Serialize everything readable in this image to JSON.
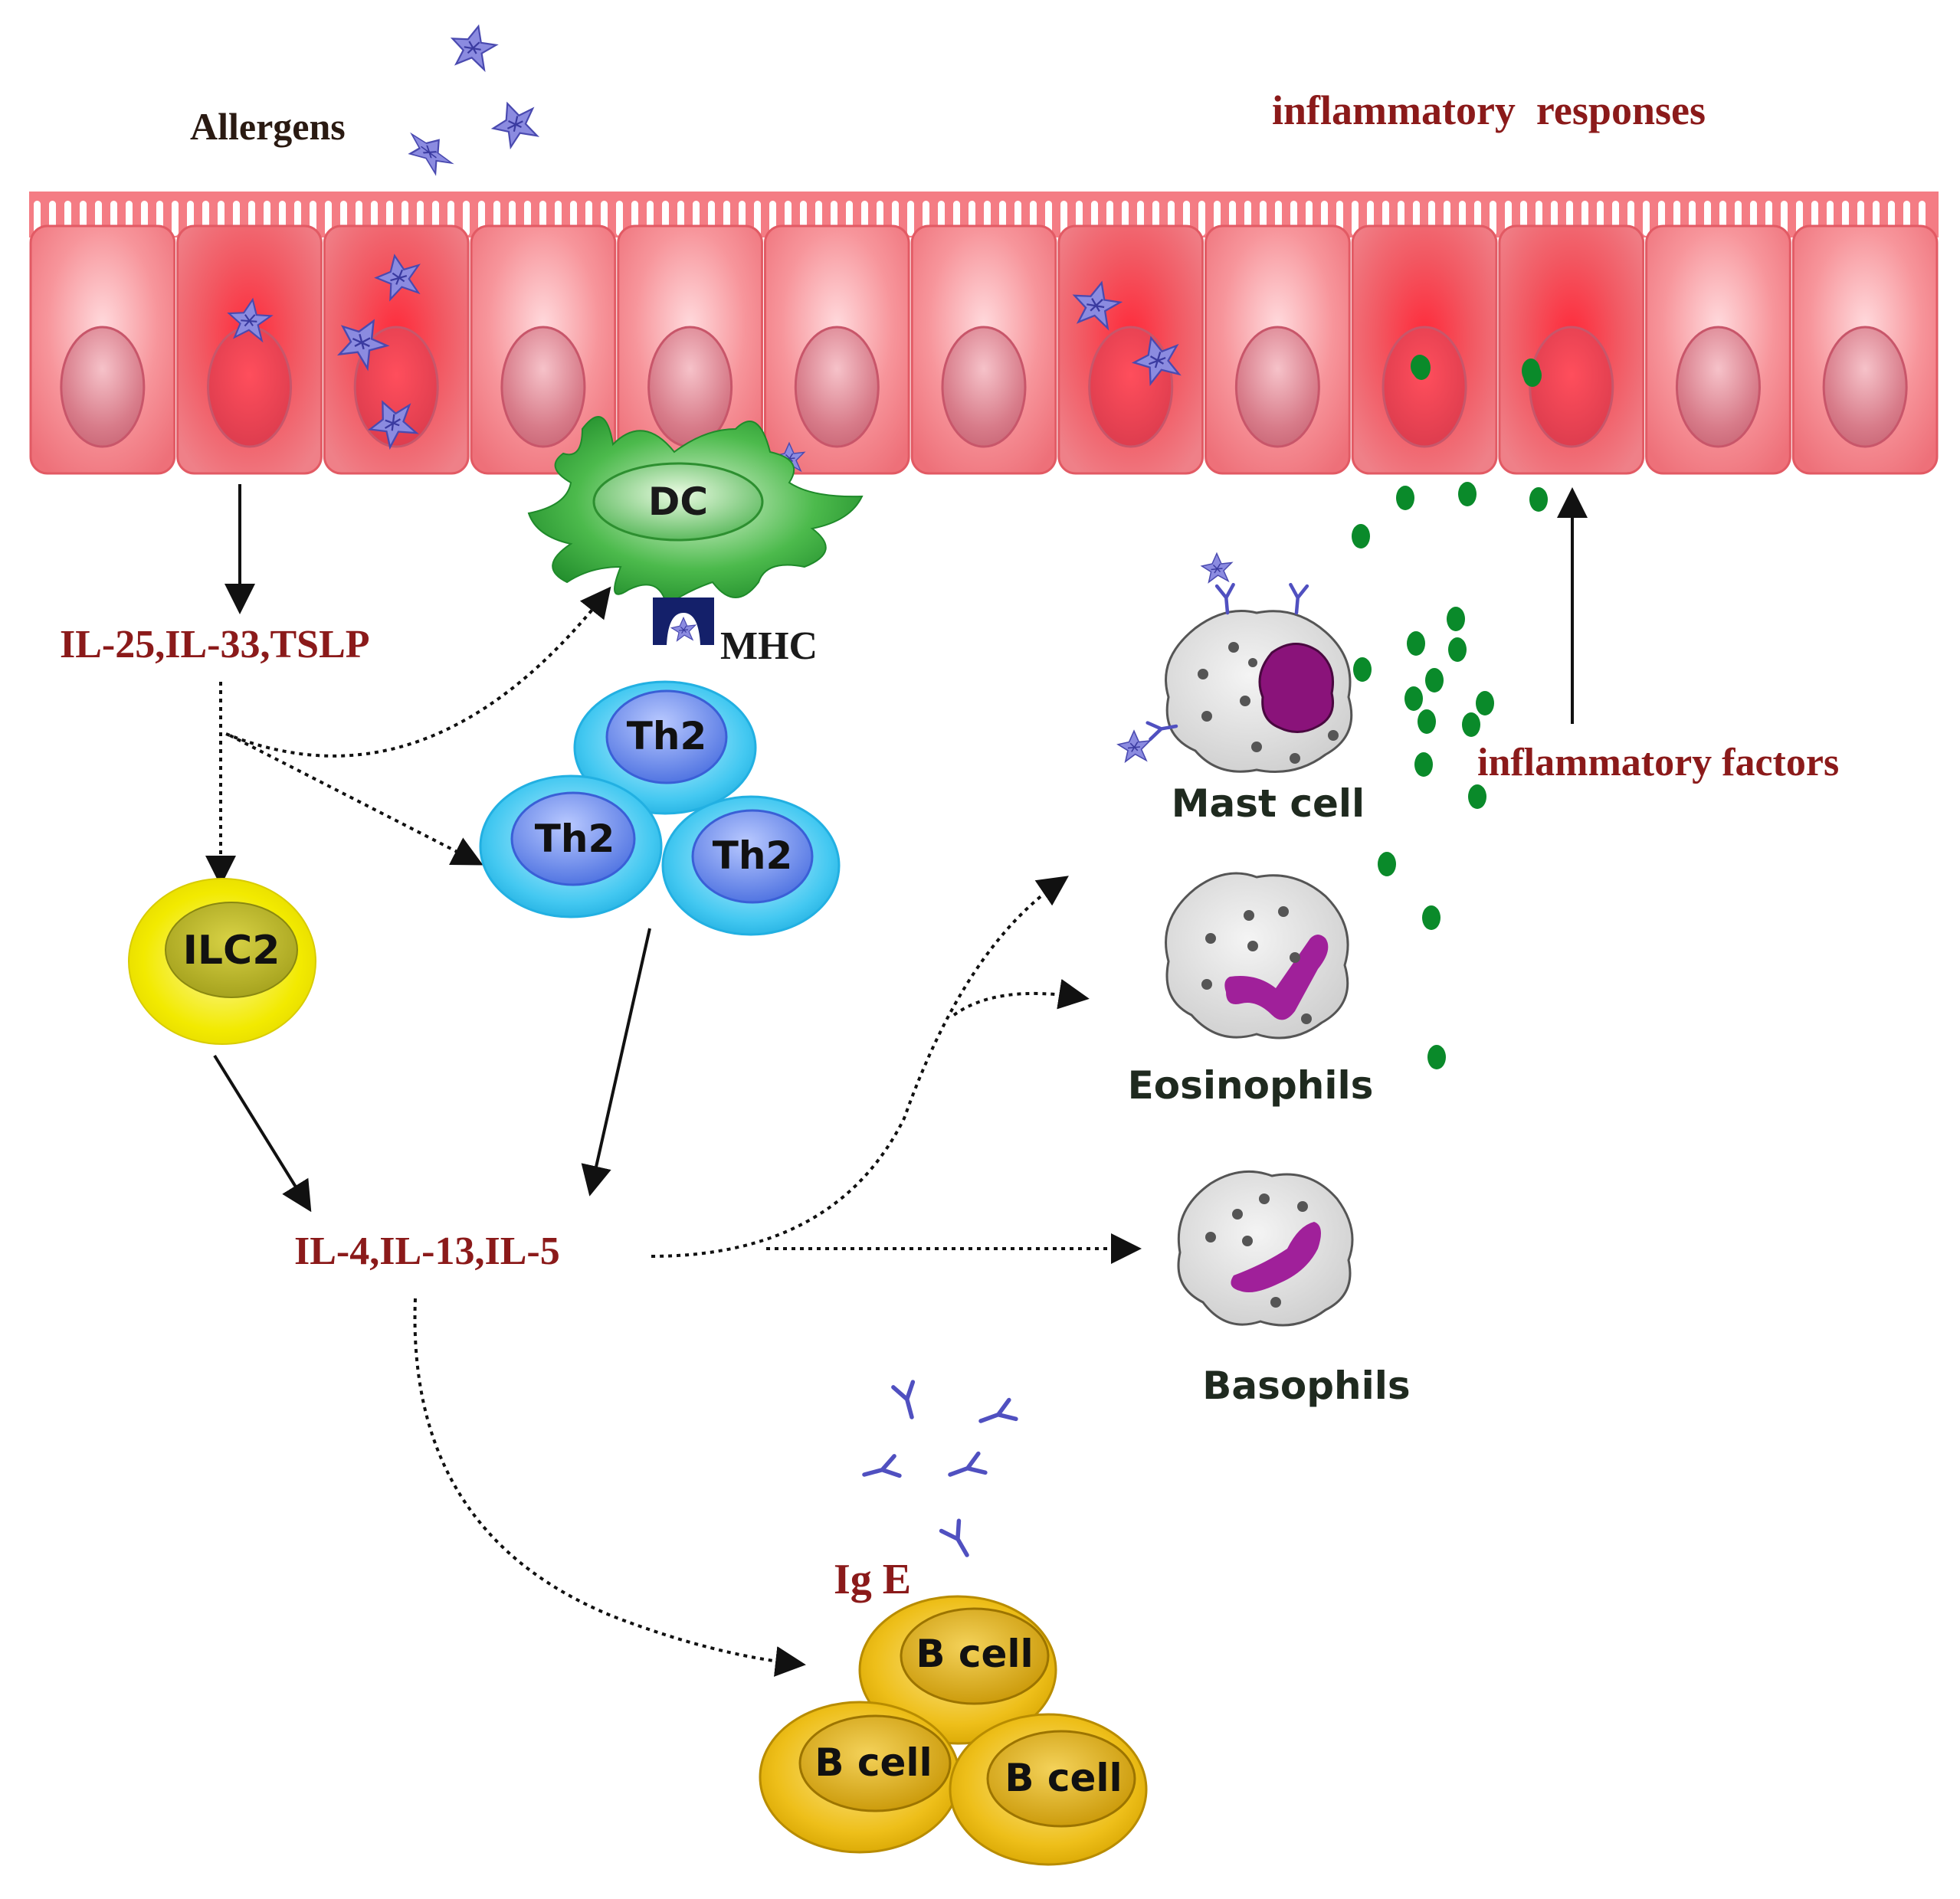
{
  "labels": {
    "allergens": "Allergens",
    "inflammatory_responses": "inflammatory  responses",
    "il25_group": "IL-25,IL-33,TSLP",
    "il4_group": "IL-4,IL-13,IL-5",
    "inflammatory_factors": "inflammatory factors",
    "mhc": "MHC",
    "ige": "Ig E"
  },
  "cells": {
    "dc": "DC",
    "th2": "Th2",
    "ilc2": "ILC2",
    "mast": "Mast cell",
    "eosinophils": "Eosinophils",
    "basophils": "Basophils",
    "bcell": "B cell"
  },
  "colors": {
    "label_red": "#8b1a1a",
    "label_dark": "#1a1a1a",
    "epithelium": "#f47c84",
    "epithelium_dark": "#e8505c",
    "dc_green": "#2e9e3a",
    "th2_blue": "#36c6ee",
    "ilc2_yellow": "#f2ea00",
    "bcell_gold": "#e8b400",
    "granule_purple": "#9b1f8a",
    "factor_green": "#0a8a2a",
    "allergen_blue": "#6a6ad0"
  }
}
